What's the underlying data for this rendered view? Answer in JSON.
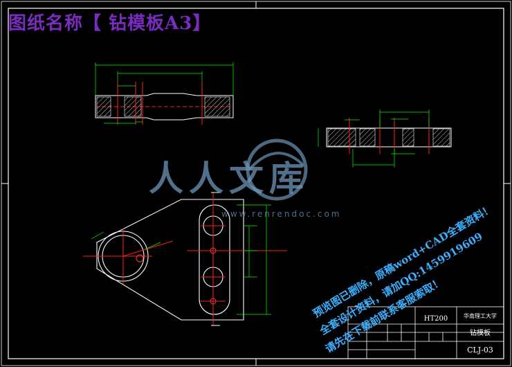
{
  "drawing_title": "图纸名称【 钻模板A3】",
  "watermark": {
    "logo_text": "人人文库",
    "url": "www.renrendoc.com"
  },
  "promo_lines": [
    "预览图已删除，原稿word+CAD全套资料！",
    "全套设计资料，请加QQ:1459919609",
    "请先在下载前联系客服索取！"
  ],
  "title_block": {
    "material": "HT200",
    "school": "华南理工大学",
    "part_name": "钻模板",
    "drawing_number": "CLJ-03"
  },
  "colors": {
    "background": "#000000",
    "outline": "#ffffff",
    "dimension": "#00ff00",
    "center_line": "#ff2020",
    "hatch": "#ffffff",
    "title_text": "#7a2cbf",
    "promo_text": "#3ab0ff",
    "watermark": "#6e96b9"
  }
}
